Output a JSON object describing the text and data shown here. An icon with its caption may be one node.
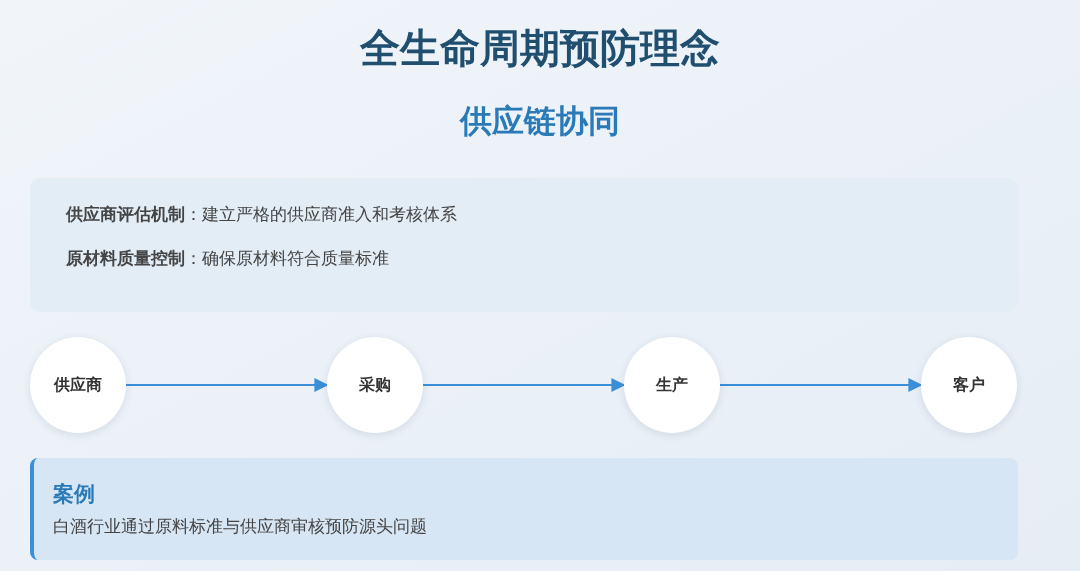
{
  "diagram": {
    "title": "全生命周期预防理念",
    "nodes": [
      {
        "text": [
          "**供应商评估机制**：建立严格的供应商准入和考核体系",
          "**原材料质量控制**：确保原材料符合质量标准"
        ]
      },
      {
        "text": [
          "供应商"
        ]
      },
      {
        "text": [
          "采购"
        ]
      },
      {
        "text": [
          "生产"
        ]
      },
      {
        "text": [
          "客户"
        ]
      },
      {
        "text": [
          "案例",
          "白酒行业通过原料标准与供应商审核预防源头问题"
        ]
      }
    ],
    "edges": [
      {
        "from": 1,
        "to": 2,
        "arrow": "to"
      },
      {
        "from": 2,
        "to": 3,
        "arrow": "to"
      },
      {
        "from": 3,
        "to": 4,
        "arrow": "to"
      }
    ],
    "labels": [
      "供应链协同"
    ]
  }
}
